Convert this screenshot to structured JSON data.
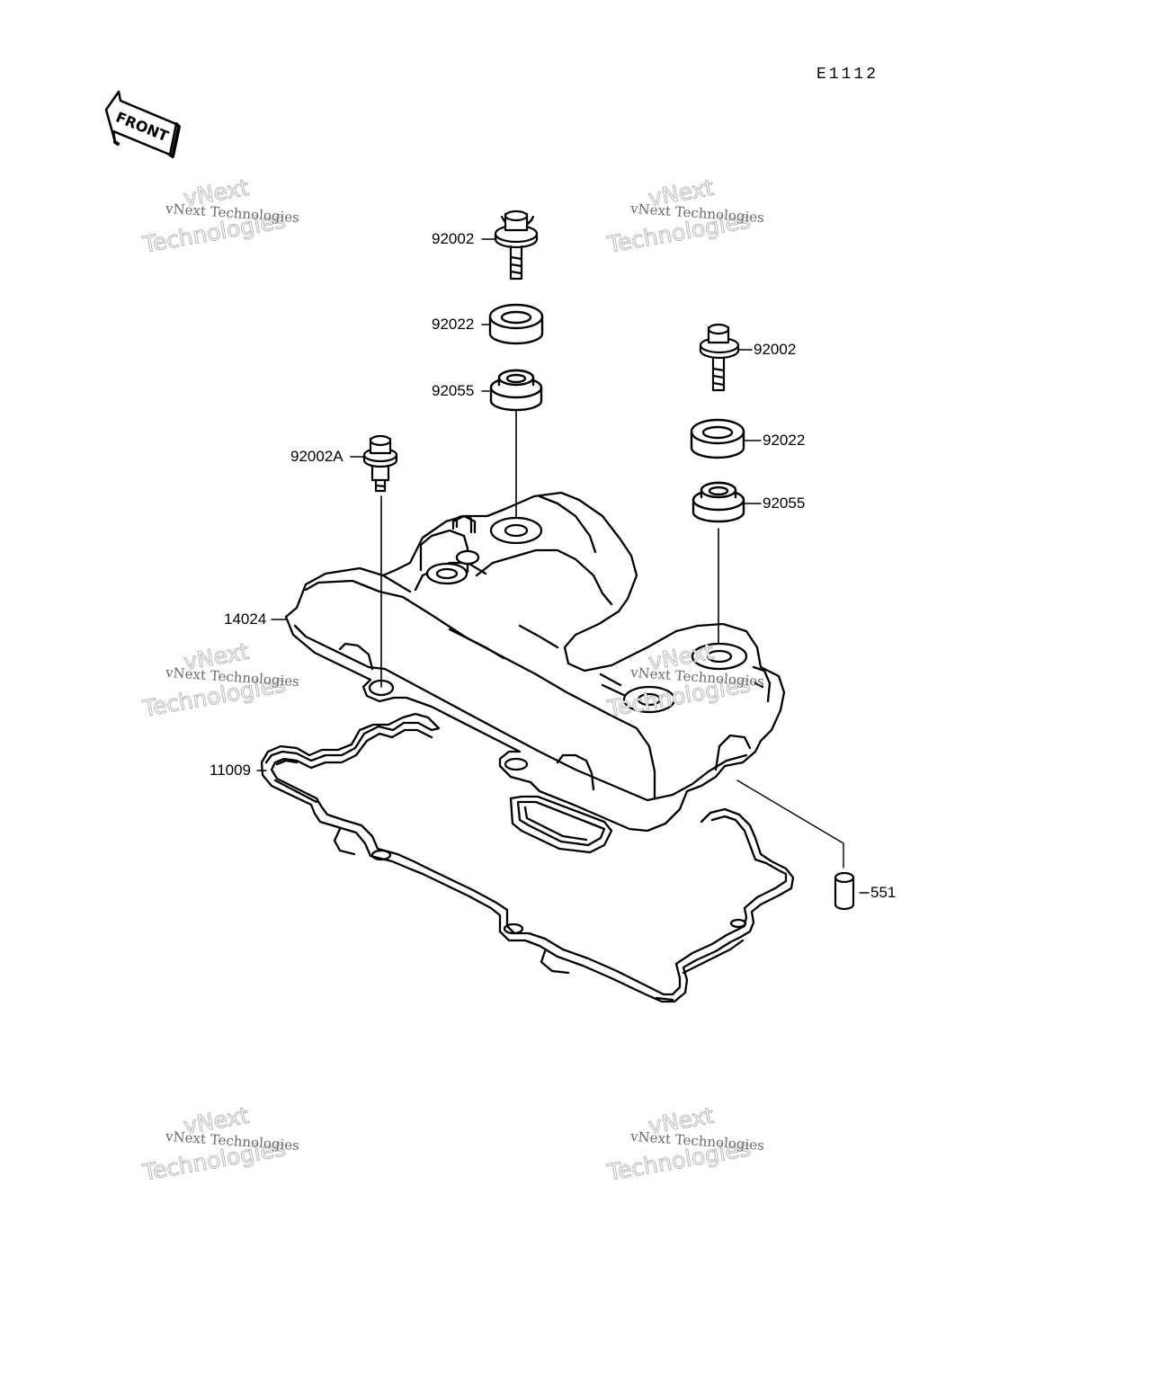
{
  "diagram": {
    "code": "E1112",
    "front_label": "FRONT",
    "part_labels": {
      "p1": "92002",
      "p2": "92022",
      "p3": "92055",
      "p4": "92002",
      "p5": "92022",
      "p6": "92055",
      "p7": "92002A",
      "p8": "14024",
      "p9": "11009",
      "p10": "551"
    }
  },
  "watermark": {
    "line_small": "vNext Technologies",
    "line_big_1": "vNext",
    "line_big_2": "Technologies"
  }
}
